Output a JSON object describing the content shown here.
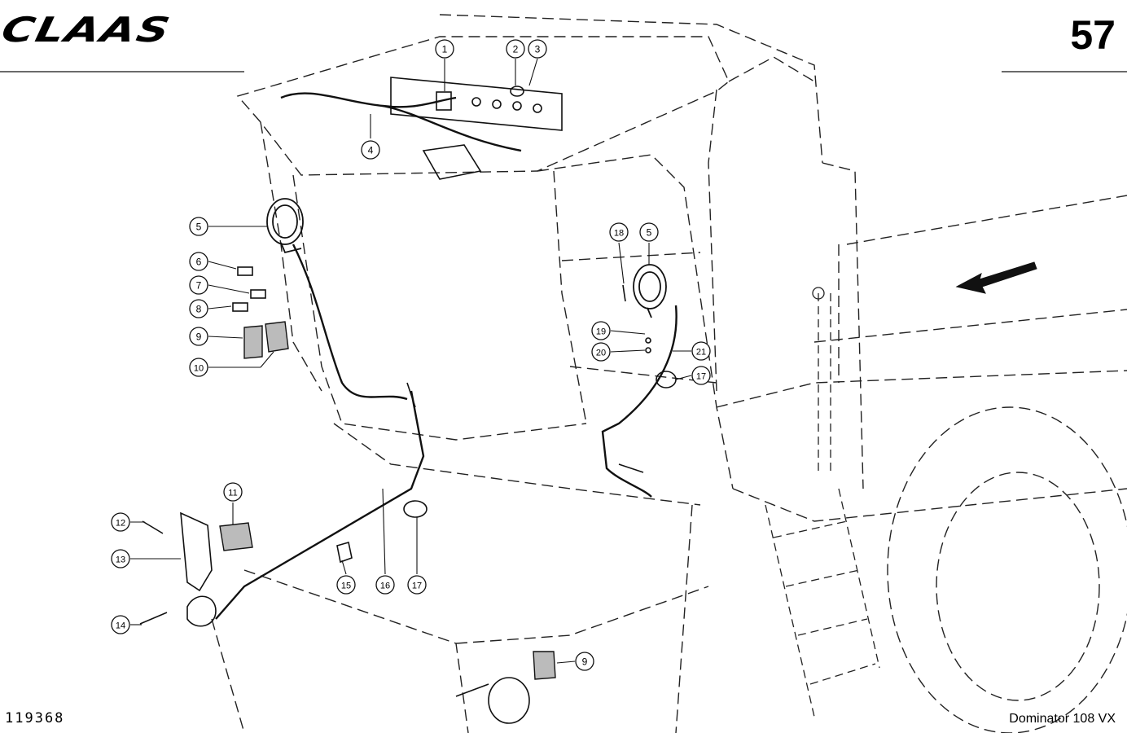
{
  "header": {
    "logo": "CLAAS",
    "page_number": "57"
  },
  "footer": {
    "drawing_number": "119368",
    "model": "Dominator 108 VX"
  },
  "callouts": [
    "1",
    "2",
    "3",
    "4",
    "5",
    "5",
    "6",
    "7",
    "8",
    "9",
    "9",
    "10",
    "11",
    "12",
    "13",
    "14",
    "15",
    "16",
    "17",
    "17",
    "18",
    "19",
    "20",
    "21"
  ],
  "icons": {
    "direction_arrow": "direction-arrow-icon"
  },
  "colors": {
    "ink": "#111111",
    "paper": "#ffffff"
  }
}
